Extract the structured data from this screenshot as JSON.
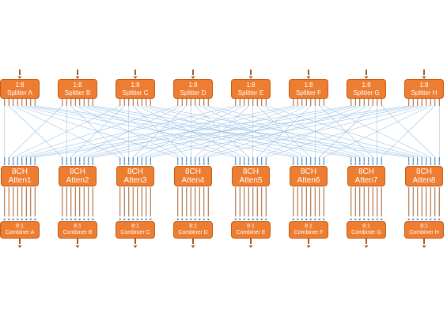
{
  "splitters": [
    {
      "ratio": "1:8",
      "label": "Splitter A"
    },
    {
      "ratio": "1:8",
      "label": "Splitter B"
    },
    {
      "ratio": "1:8",
      "label": "Splitter C"
    },
    {
      "ratio": "1:8",
      "label": "Splitter D"
    },
    {
      "ratio": "1:8",
      "label": "Splitter E"
    },
    {
      "ratio": "1:8",
      "label": "Splitter F"
    },
    {
      "ratio": "1:8",
      "label": "Splitter G"
    },
    {
      "ratio": "1:8",
      "label": "Splitter H"
    }
  ],
  "attenuators": [
    {
      "channels": "8CH",
      "label": "Atten1"
    },
    {
      "channels": "8CH",
      "label": "Atten2"
    },
    {
      "channels": "8CH",
      "label": "Atten3"
    },
    {
      "channels": "8CH",
      "label": "Atten4"
    },
    {
      "channels": "8CH",
      "label": "Atten5"
    },
    {
      "channels": "8CH",
      "label": "Atten6"
    },
    {
      "channels": "8CH",
      "label": "Atten7"
    },
    {
      "channels": "8CH",
      "label": "Atten8"
    }
  ],
  "combiners": [
    {
      "ratio": "8:1",
      "label": "Combiner A"
    },
    {
      "ratio": "8:1",
      "label": "Combiner B"
    },
    {
      "ratio": "8:1",
      "label": "Combiner C"
    },
    {
      "ratio": "8:1",
      "label": "Combiner D"
    },
    {
      "ratio": "8:1",
      "label": "Combiner E"
    },
    {
      "ratio": "8:1",
      "label": "Combiner F"
    },
    {
      "ratio": "8:1",
      "label": "Combiner G"
    },
    {
      "ratio": "8:1",
      "label": "Combiner H"
    }
  ],
  "colors": {
    "box_fill": "#ed7d31",
    "box_border": "#c55a11",
    "box_text": "#ffffff",
    "mesh_line": "#9dc3e6",
    "port_arrow": "#2e75b6",
    "feed_arrow": "#a05a2c"
  }
}
